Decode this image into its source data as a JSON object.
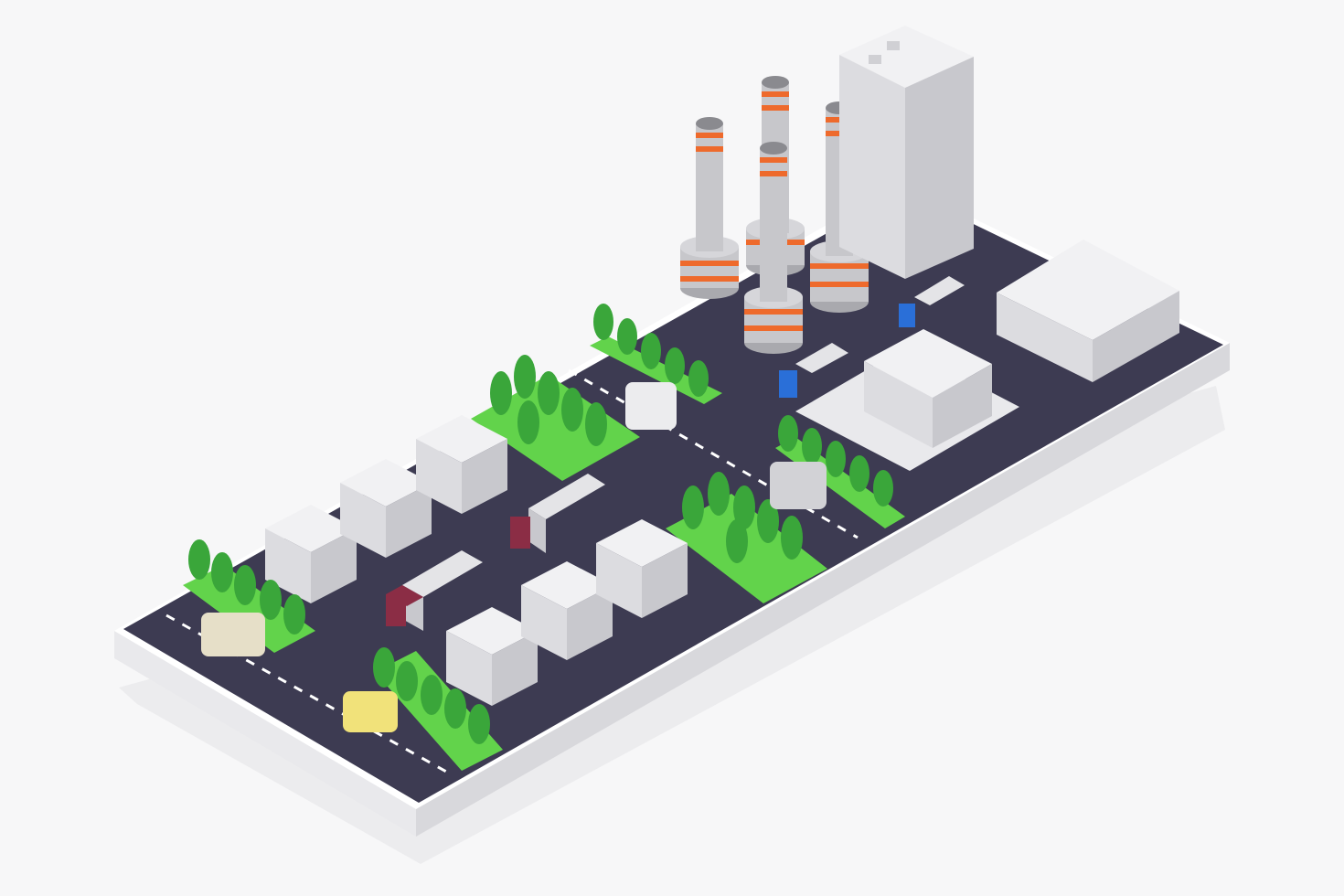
{
  "scene": {
    "kind": "isometric-industrial-block",
    "objects": {
      "smokestacks": 4,
      "office_tower": 1,
      "low_buildings": 2,
      "transformers": 6,
      "trucks": 4,
      "cars": 4,
      "tree_patches": 6
    }
  },
  "colors": {
    "background": "#f7f7f8",
    "base_top": "#ffffff",
    "base_left": "#e9e9ec",
    "base_front": "#d8d8dc",
    "shadow": "#ececee",
    "asphalt": "#3d3b52",
    "lane_marking": "#ffffff",
    "grass": "#62d34b",
    "tree": "#3aa63a",
    "tree_light": "#56c14a",
    "trunk": "#8a8a8a",
    "building_top": "#f1f1f3",
    "building_left": "#dcdce0",
    "building_right": "#c8c8cd",
    "window": "#8fa4cc",
    "stack": "#c7c7cb",
    "stack_dark": "#a9a9ae",
    "stack_band": "#ee6a2c",
    "truck_cargo": "#e4e4e7",
    "truck_cab_red": "#8b2d45",
    "truck_cab_blue": "#2a6fd8",
    "car_white": "#ececee",
    "car_cream": "#e6dfc8",
    "car_yellow": "#f1e27a",
    "car_grey": "#d2d2d6"
  }
}
